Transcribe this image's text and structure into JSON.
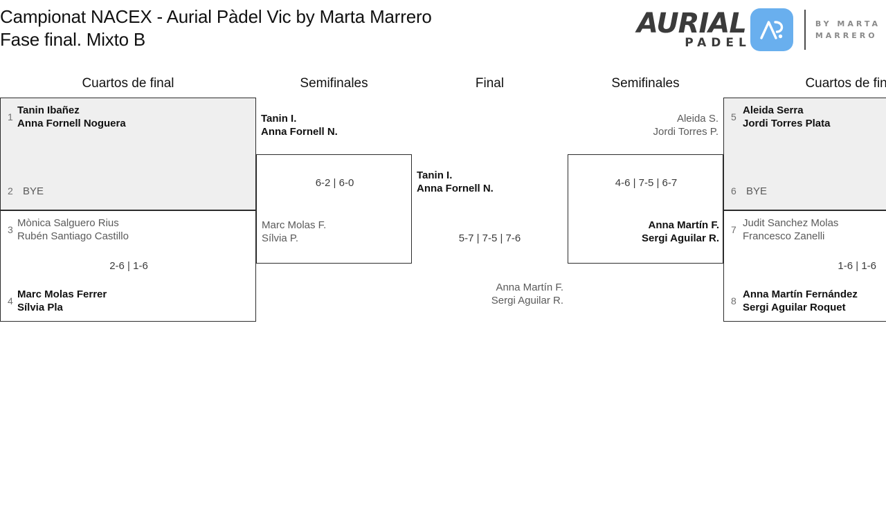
{
  "header": {
    "title_line1": "Campionat NACEX - Aurial Pàdel Vic by Marta Marrero",
    "title_line2": "Fase final. Mixto B",
    "logo": {
      "brand": "AURIAL",
      "sub": "PADEL",
      "mark_alt": "AP",
      "by_line1": "BY MARTA",
      "by_line2": "MARRERO",
      "mark_color": "#69AFEE",
      "word_color": "#3b3b3b",
      "by_color": "#8a8a8a"
    }
  },
  "rounds": {
    "left_quarter": "Cuartos de final",
    "left_semi": "Semifinales",
    "final": "Final",
    "right_semi": "Semifinales",
    "right_quarter": "Cuartos de final"
  },
  "bracket": {
    "left_quarters": [
      {
        "shaded": true,
        "top": {
          "seed": "1",
          "line1": "Tanin Ibañez",
          "line2": "Anna Fornell Noguera",
          "status": "winner"
        },
        "bottom": {
          "seed": "2",
          "line1": "BYE",
          "line2": "",
          "status": "bye"
        },
        "score": ""
      },
      {
        "shaded": false,
        "top": {
          "seed": "3",
          "line1": "Mònica Salguero Rius",
          "line2": "Rubén Santiago Castillo",
          "status": "loser"
        },
        "bottom": {
          "seed": "4",
          "line1": "Marc Molas Ferrer",
          "line2": "Sílvia Pla",
          "status": "winner"
        },
        "score": "2-6 | 1-6"
      }
    ],
    "left_semi": {
      "top": {
        "line1": "Tanin I.",
        "line2": "Anna Fornell N.",
        "status": "winner"
      },
      "bottom": {
        "line1": "Marc Molas F.",
        "line2": "Sílvia P.",
        "status": "loser"
      },
      "score": "6-2 | 6-0"
    },
    "final": {
      "left": {
        "line1": "Tanin I.",
        "line2": "Anna Fornell N.",
        "status": "winner"
      },
      "right": {
        "line1": "Anna Martín F.",
        "line2": "Sergi Aguilar R.",
        "status": "loser"
      },
      "score": "5-7 | 7-5 | 7-6"
    },
    "right_semi": {
      "top": {
        "line1": "Aleida S.",
        "line2": "Jordi Torres P.",
        "status": "loser"
      },
      "bottom": {
        "line1": "Anna Martín F.",
        "line2": "Sergi Aguilar R.",
        "status": "winner"
      },
      "score": "4-6 | 7-5 | 6-7"
    },
    "right_quarters": [
      {
        "shaded": true,
        "top": {
          "seed": "5",
          "line1": "Aleida Serra",
          "line2": "Jordi Torres Plata",
          "status": "winner"
        },
        "bottom": {
          "seed": "6",
          "line1": "BYE",
          "line2": "",
          "status": "bye"
        },
        "score": ""
      },
      {
        "shaded": false,
        "top": {
          "seed": "7",
          "line1": "Judit Sanchez Molas",
          "line2": "Francesco Zanelli",
          "status": "loser"
        },
        "bottom": {
          "seed": "8",
          "line1": "Anna Martín Fernández",
          "line2": "Sergi Aguilar Roquet",
          "status": "winner"
        },
        "score": "1-6 | 1-6"
      }
    ]
  }
}
